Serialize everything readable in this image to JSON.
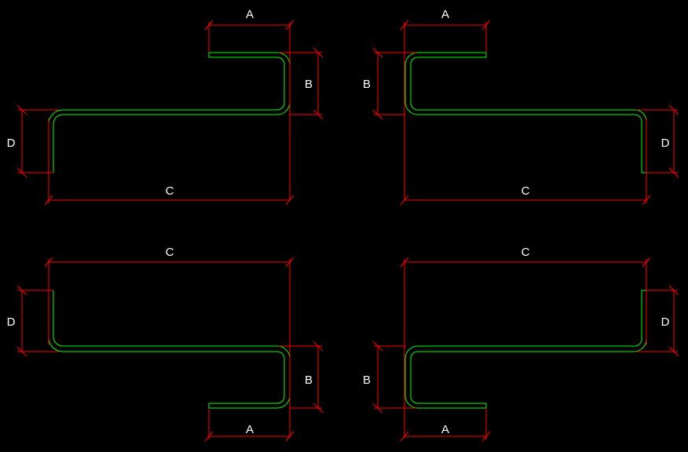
{
  "colors": {
    "background": "#000000",
    "dimension": "#ff0000",
    "profile": "#00ff00",
    "text": "#ffffff"
  },
  "labels": {
    "a": "A",
    "b": "B",
    "c": "C",
    "d": "D"
  }
}
